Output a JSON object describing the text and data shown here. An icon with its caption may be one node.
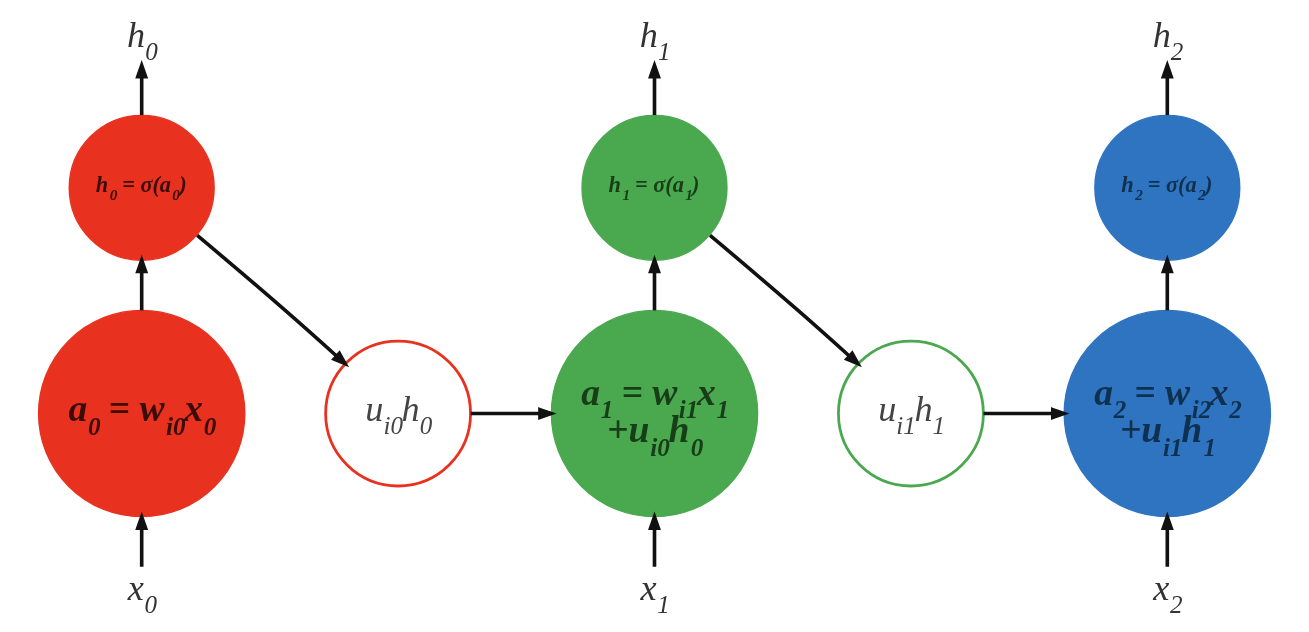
{
  "diagram": {
    "nodes": [
      {
        "text": [
          "h$_{0}$"
        ]
      },
      {
        "text": [
          "h$_{1}$"
        ]
      },
      {
        "text": [
          "h$_{2}$"
        ]
      },
      {
        "text": [
          "h$_{0}$ = σ(a$_{0}$)"
        ]
      },
      {
        "text": [
          "h$_{1}$ = σ(a$_{1}$)"
        ]
      },
      {
        "text": [
          "h$_{2}$ = σ(a$_{2}$)"
        ]
      },
      {
        "text": [
          "a$_{0}$ = w$_{i0}$x$_{0}$"
        ]
      },
      {
        "text": [
          "u$_{i0}$h$_{0}$"
        ]
      },
      {
        "text": [
          "a$_{1}$ = w$_{i1}$x$_{1}$ +u$_{i0}$h$_{0}$"
        ]
      },
      {
        "text": [
          "u$_{i1}$h$_{1}$"
        ]
      },
      {
        "text": [
          "a$_{2}$ = w$_{i2}$x$_{2}$ +u$_{i1}$h$_{1}$"
        ]
      },
      {
        "text": [
          "x$_{0}$"
        ]
      },
      {
        "text": [
          "x$_{1}$"
        ]
      },
      {
        "text": [
          "x$_{2}$"
        ]
      }
    ],
    "edges": [
      {
        "from": 11,
        "to": 6,
        "arrow": "to"
      },
      {
        "from": 6,
        "to": 3,
        "arrow": "to"
      },
      {
        "from": 3,
        "to": 0,
        "arrow": "to"
      },
      {
        "from": 3,
        "to": 7,
        "arrow": "to"
      },
      {
        "from": 7,
        "to": 8,
        "arrow": "to"
      },
      {
        "from": 12,
        "to": 8,
        "arrow": "to"
      },
      {
        "from": 8,
        "to": 4,
        "arrow": "to"
      },
      {
        "from": 4,
        "to": 1,
        "arrow": "to"
      },
      {
        "from": 4,
        "to": 9,
        "arrow": "to"
      },
      {
        "from": 9,
        "to": 10,
        "arrow": "to"
      },
      {
        "from": 13,
        "to": 10,
        "arrow": "to"
      },
      {
        "from": 10,
        "to": 5,
        "arrow": "to"
      },
      {
        "from": 5,
        "to": 2,
        "arrow": "to"
      }
    ]
  }
}
